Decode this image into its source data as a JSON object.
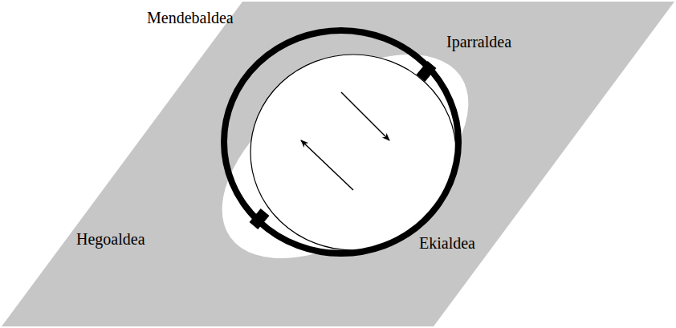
{
  "diagram": {
    "labels": [
      "Mendebaldea",
      "Iparraldea",
      "Hegoaldea",
      "Ekialdea"
    ]
  }
}
